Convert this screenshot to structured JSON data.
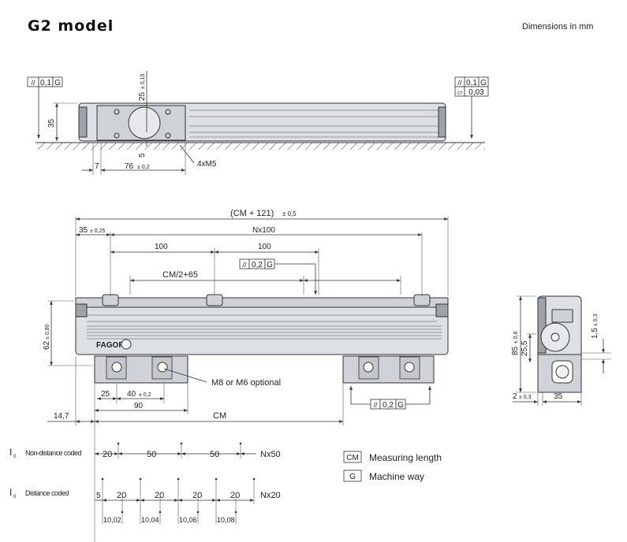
{
  "title": "G2 model",
  "units_note": "Dimensions in mm",
  "side_view": {
    "tol_left_sym": "//",
    "tol_left_val": "0,1",
    "tol_left_ref": "G",
    "tol_right1_sym": "//",
    "tol_right1_val": "0,1",
    "tol_right1_ref": "G",
    "tol_right2_sym": "⏥",
    "tol_right2_val": "0,03",
    "dim_height": "35",
    "dim_25": "25",
    "dim_25_tol": "± 0,15",
    "dim_5": "5",
    "dim_7": "7",
    "dim_76": "76",
    "dim_76_tol": "± 0,2",
    "screw_label": "4xM5"
  },
  "front_view": {
    "overall_dim": "(CM + 121)",
    "overall_tol": "± 0,5",
    "dim_35": "35",
    "dim_35_tol": "± 0,25",
    "dim_nx100": "Nx100",
    "dim_100a": "100",
    "dim_100b": "100",
    "tol_sym": "//",
    "tol_val": "0,2",
    "tol_ref": "G",
    "dim_cm2": "CM/2+65",
    "dim_62": "62",
    "dim_62_tol": "± 0,80",
    "brand": "FAGOR",
    "mount_label": "M8 or M6 optional",
    "dim_25": "25",
    "dim_40": "40",
    "dim_40_tol": "± 0,2",
    "dim_90": "90",
    "dim_14_7": "14,7",
    "dim_cm": "CM",
    "tol2_sym": "//",
    "tol2_val": "0,2",
    "tol2_ref": "G"
  },
  "end_view": {
    "dim_85": "85",
    "dim_85_tol": "± 0,6",
    "dim_25_5": "25,5",
    "dim_1_5": "1,5",
    "dim_1_5_tol": "± 0,3",
    "dim_2": "2",
    "dim_2_tol": "± 0,3",
    "dim_35": "35"
  },
  "ref_marks": {
    "i0_a": "I",
    "i0_a_sub": "0",
    "nondist_label": "Non-distance  coded",
    "nd_20": "20",
    "nd_50a": "50",
    "nd_50b": "50",
    "nd_nx50": "Nx50",
    "i0_b": "I",
    "i0_b_sub": "0",
    "dist_label": "Distance  coded",
    "d_5": "5",
    "d_20a": "20",
    "d_20b": "20",
    "d_20c": "20",
    "d_20d": "20",
    "d_nx20": "Nx20",
    "d_1002": "10,02",
    "d_1004": "10,04",
    "d_1006": "10,06",
    "d_1008": "10,08"
  },
  "legend": [
    {
      "key": "CM",
      "text": "Measuring length"
    },
    {
      "key": "G",
      "text": "Machine way"
    }
  ]
}
